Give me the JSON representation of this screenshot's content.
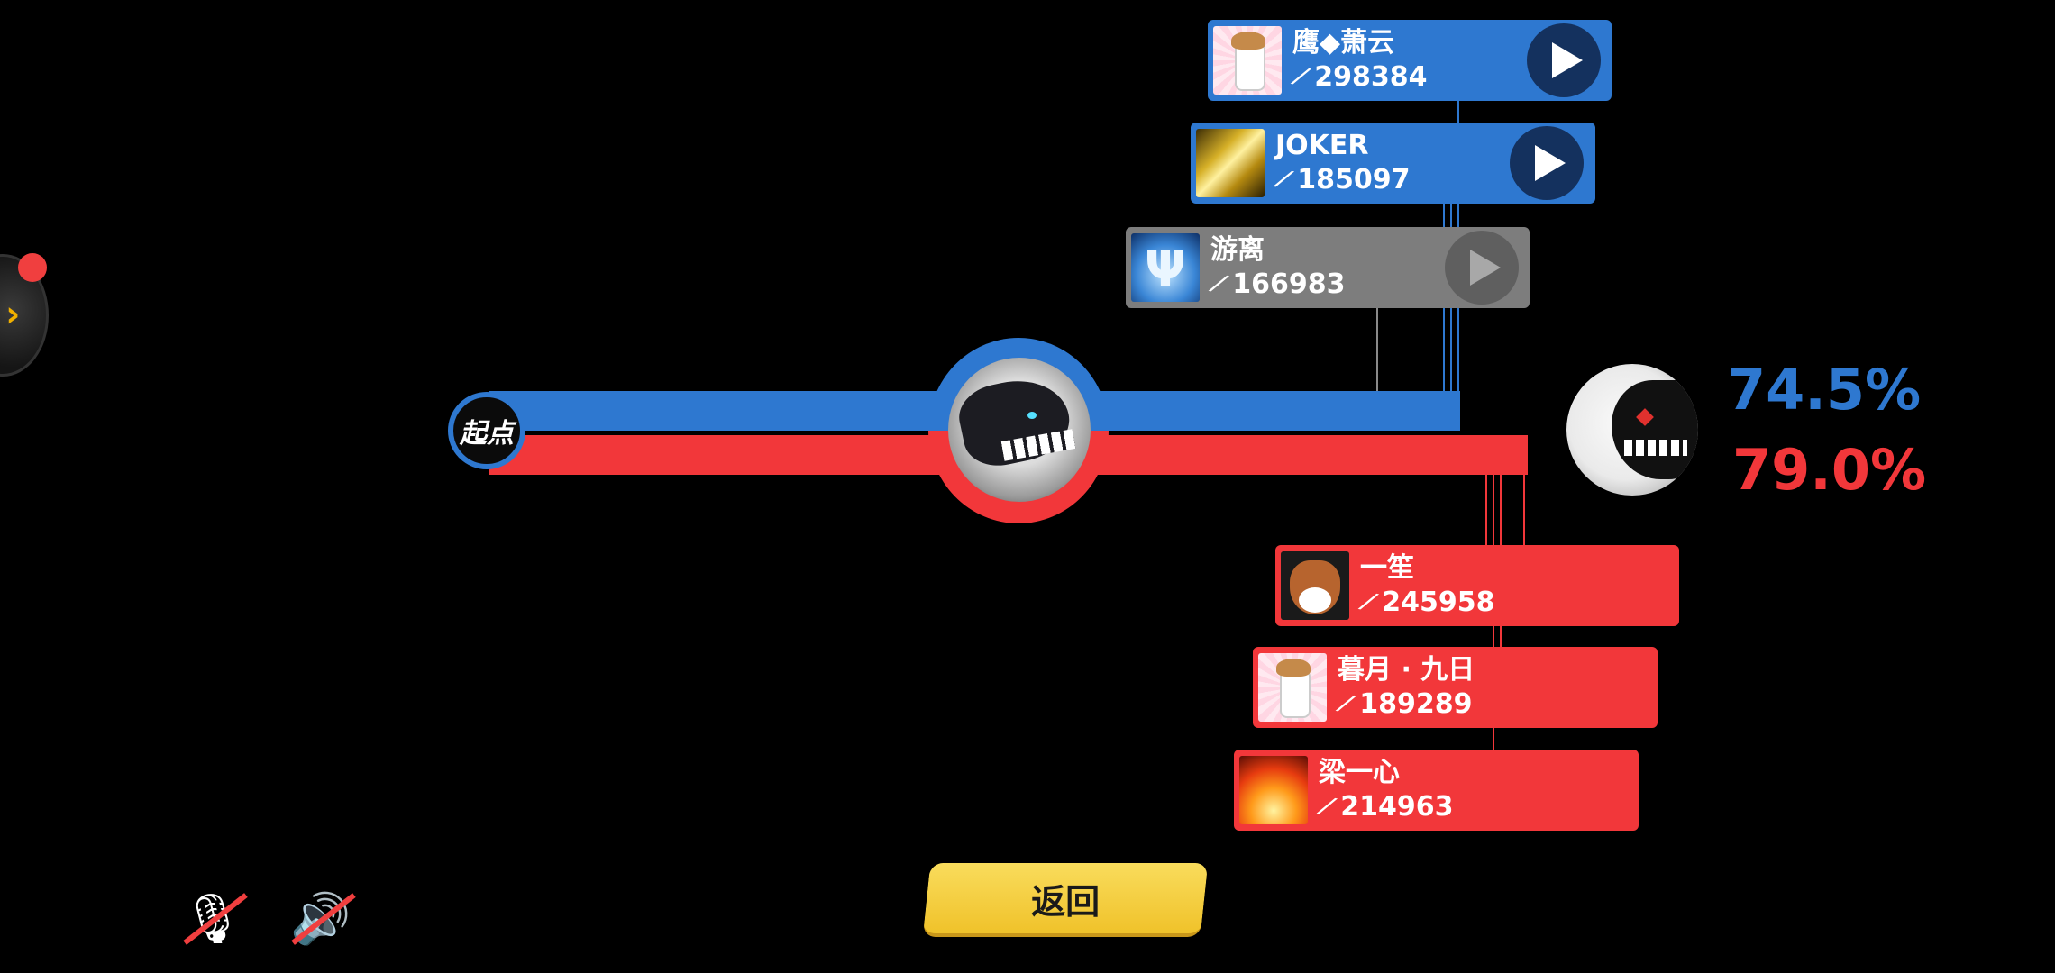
{
  "start_label": "起点",
  "percent_blue": "74.5%",
  "percent_red": "79.0%",
  "back_label": "返回",
  "colors": {
    "blue": "#2e78d0",
    "red": "#f2373a",
    "gray": "#7d7d7d",
    "yellow": "#f5cf45"
  },
  "blue_team": [
    {
      "name": "鹰◆萧云",
      "score": "298384",
      "avatar": "milk-bottle-avatar",
      "replay_enabled": true
    },
    {
      "name": "JOKER",
      "score": "185097",
      "avatar": "gold-lightning-avatar",
      "replay_enabled": true
    },
    {
      "name": "游离",
      "score": "166983",
      "avatar": "trident-avatar",
      "replay_enabled": false
    }
  ],
  "red_team": [
    {
      "name": "一笙",
      "score": "245958",
      "avatar": "fox-avatar"
    },
    {
      "name": "暮月 · 九日",
      "score": "189289",
      "avatar": "milk-bottle-avatar"
    },
    {
      "name": "梁一心",
      "score": "214963",
      "avatar": "flame-avatar"
    }
  ],
  "icons": {
    "score": "sword-icon",
    "play": "play-icon",
    "mic_muted": "mic-muted-icon",
    "speaker_muted": "speaker-muted-icon"
  }
}
